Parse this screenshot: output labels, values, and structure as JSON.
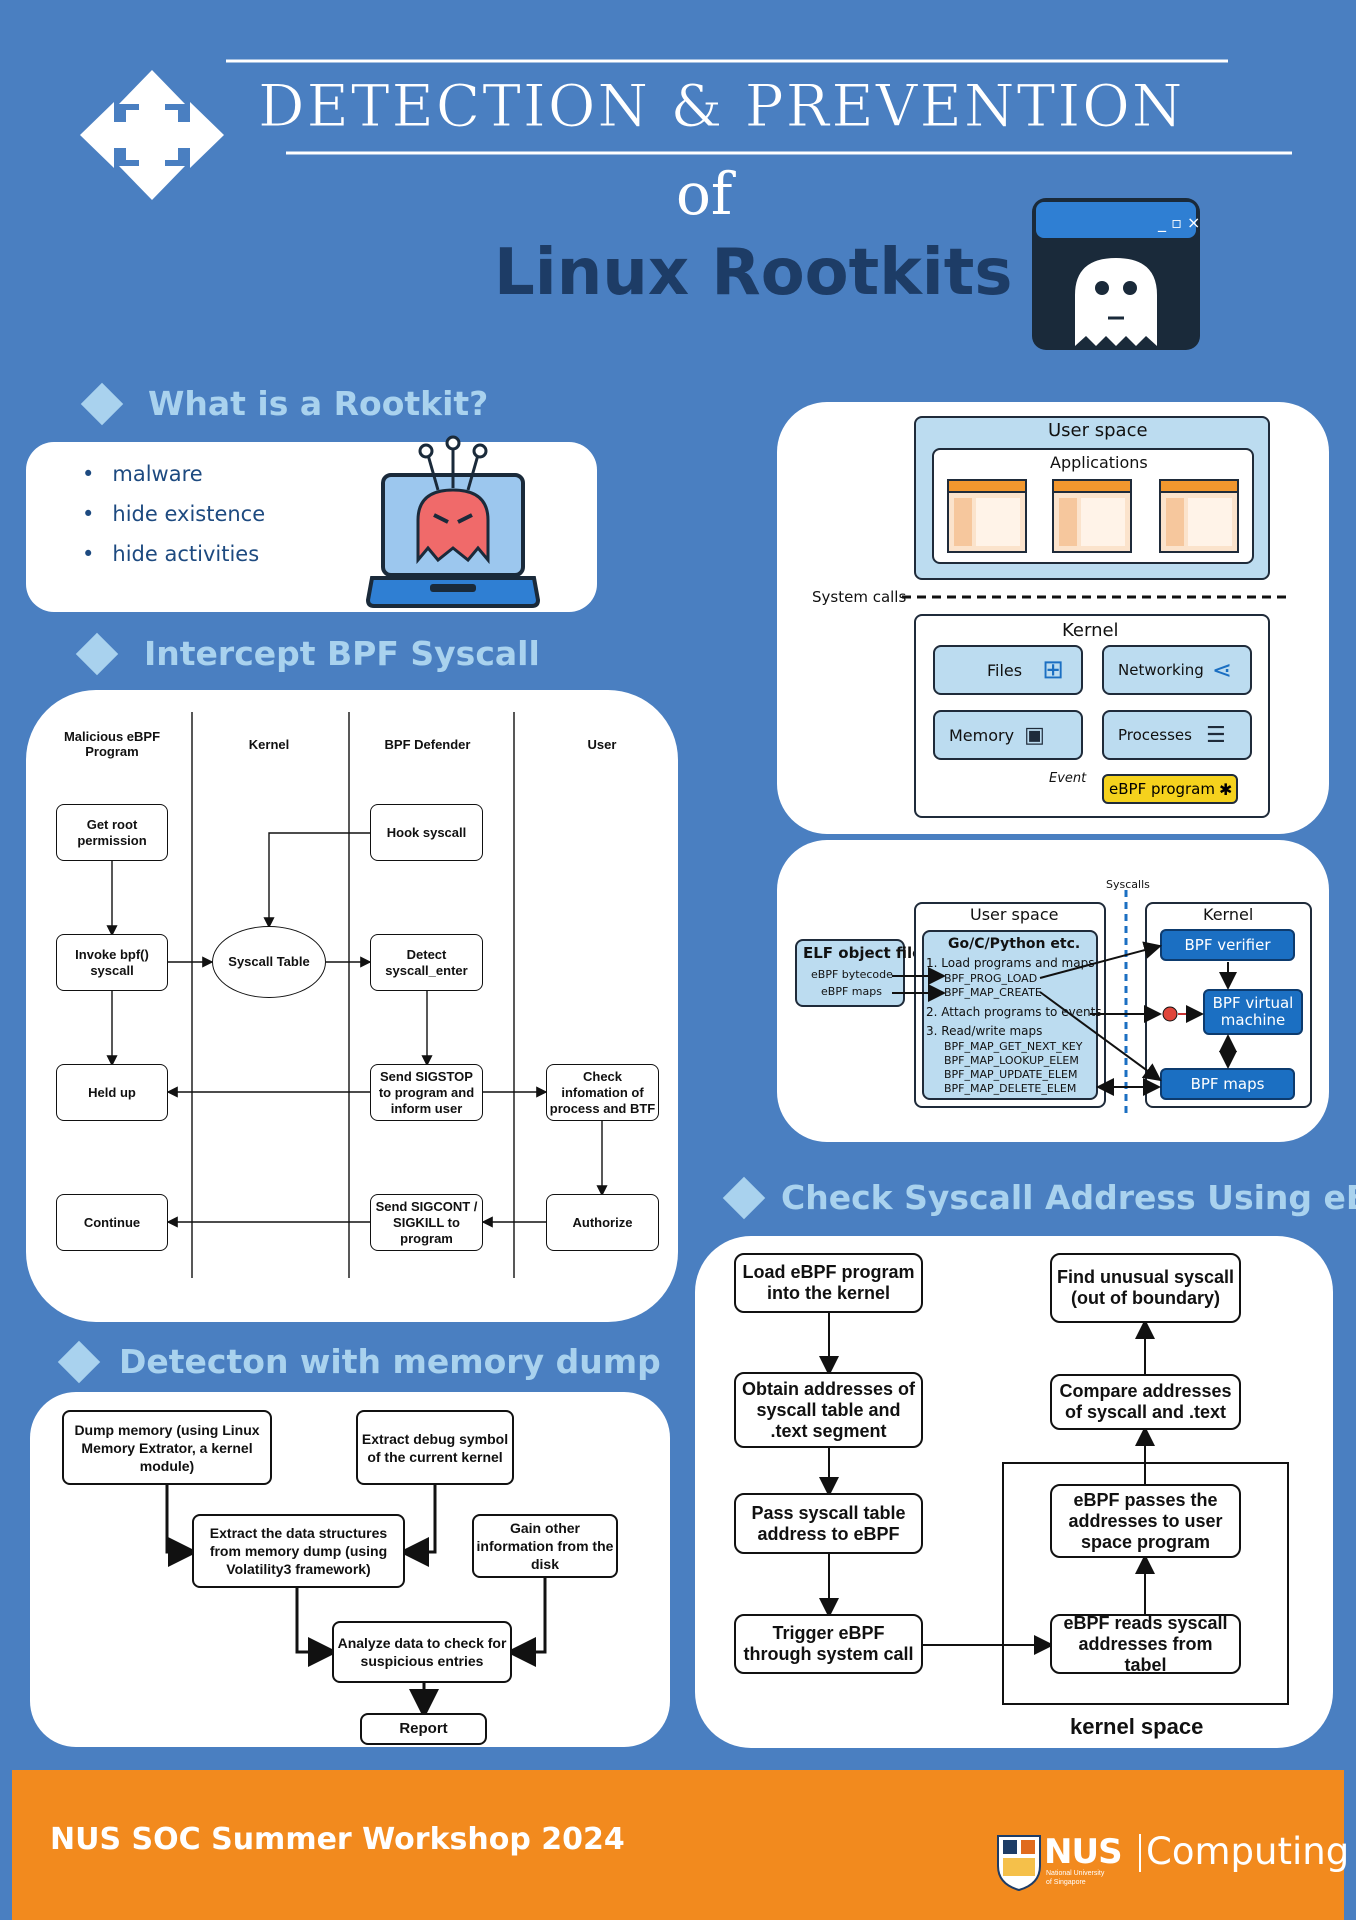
{
  "header": {
    "title_line1": "DETECTION & PREVENTION",
    "title_of": "of",
    "title_main": "Linux Rootkits"
  },
  "rootkit_section": {
    "title": "What is a Rootkit?",
    "bullets": [
      "malware",
      "hide existence",
      "hide activities"
    ]
  },
  "bpf_section": {
    "title": "Intercept BPF Syscall",
    "lanes": [
      "Malicious eBPF Program",
      "Kernel",
      "BPF Defender",
      "User"
    ],
    "nodes": {
      "get_root": "Get root permission",
      "invoke_bpf": "Invoke bpf() syscall",
      "held_up": "Held up",
      "continue": "Continue",
      "syscall_table": "Syscall Table",
      "hook_syscall": "Hook syscall",
      "detect": "Detect syscall_enter",
      "send_sigstop": "Send SIGSTOP to program and inform user",
      "send_sigcont": "Send SIGCONT / SIGKILL to program",
      "check_info": "Check infomation of process and BTF",
      "authorize": "Authorize"
    }
  },
  "memory_section": {
    "title": "Detecton with memory dump",
    "nodes": {
      "dump": "Dump memory (using Linux Memory Extrator, a kernel module)",
      "debug_symbol": "Extract debug symbol of the current kernel",
      "extract": "Extract the data structures from memory dump (using Volatility3 framework)",
      "gain_info": "Gain other information from the disk",
      "analyze": "Analyze data to check for suspicious entries",
      "report": "Report"
    }
  },
  "arch_diagram": {
    "user_space": "User space",
    "applications": "Applications",
    "system_calls": "System calls",
    "kernel": "Kernel",
    "files": "Files",
    "networking": "Networking",
    "memory": "Memory",
    "processes": "Processes",
    "event": "Event",
    "ebpf_program": "eBPF program"
  },
  "ebpf_diagram": {
    "syscalls": "Syscalls",
    "elf_title": "ELF object file",
    "elf_items": [
      "eBPF bytecode",
      "eBPF maps"
    ],
    "user_space": "User space",
    "go_c": "Go/C/Python etc.",
    "steps": [
      "1. Load programs and maps",
      "BPF_PROG_LOAD",
      "BPF_MAP_CREATE",
      "2. Attach programs to events",
      "3. Read/write maps",
      "BPF_MAP_GET_NEXT_KEY",
      "BPF_MAP_LOOKUP_ELEM",
      "BPF_MAP_UPDATE_ELEM",
      "BPF_MAP_DELETE_ELEM"
    ],
    "kernel": "Kernel",
    "verifier": "BPF verifier",
    "vm": "BPF virtual machine",
    "maps": "BPF maps"
  },
  "check_section": {
    "title": "Check Syscall Address Using eBPF",
    "nodes": {
      "load": "Load eBPF program into the kernel",
      "obtain": "Obtain addresses of syscall table and .text segment",
      "pass": "Pass syscall table address to eBPF",
      "trigger": "Trigger eBPF through system call",
      "reads": "eBPF reads syscall addresses from tabel",
      "passes": "eBPF passes the addresses to user space program",
      "compare": "Compare addresses of syscall and .text",
      "find": "Find unusual syscall  (out of boundary)"
    },
    "kernel_space": "kernel space"
  },
  "footer": {
    "workshop": "NUS SOC Summer Workshop 2024",
    "logo_nus": "NUS",
    "logo_computing": "Computing",
    "logo_sub1": "National University",
    "logo_sub2": "of Singapore"
  },
  "colors": {
    "background": "#4a7fc1",
    "section_title": "#a9d2ee",
    "footer": "#f28a1e",
    "title_dark": "#1d3c66"
  }
}
